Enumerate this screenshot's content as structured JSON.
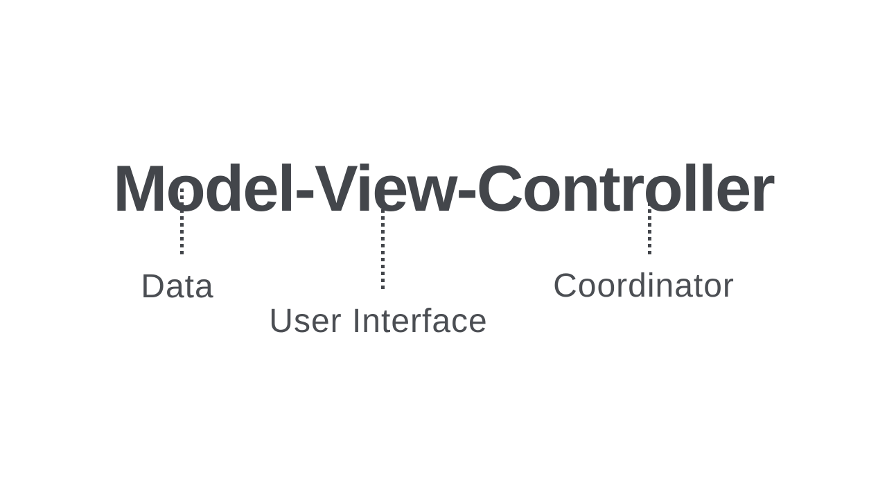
{
  "diagram": {
    "title": "Model-View-Controller",
    "colors": {
      "background": "#ffffff",
      "ink": "#43464b",
      "label_ink": "#4b4e53"
    },
    "nodes": [
      {
        "component": "Model",
        "label": "Data"
      },
      {
        "component": "View",
        "label": "User Interface"
      },
      {
        "component": "Controller",
        "label": "Coordinator"
      }
    ]
  }
}
